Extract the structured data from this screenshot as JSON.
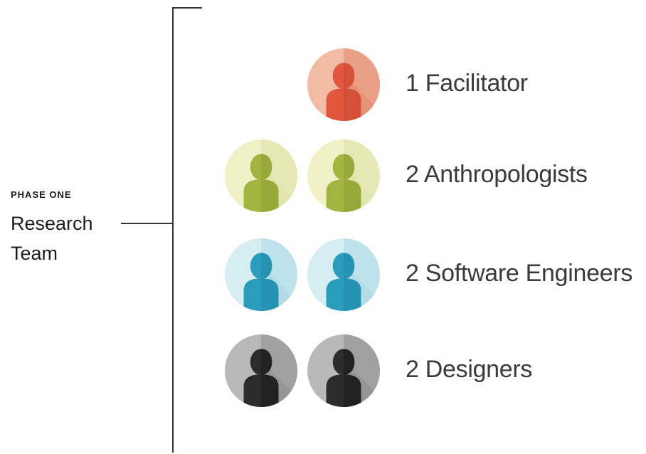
{
  "team": {
    "phase": "PHASE ONE",
    "title_line1": "Research",
    "title_line2": "Team"
  },
  "rows": [
    {
      "label": "1 Facilitator",
      "count": 1,
      "icon": "person-icon",
      "colors": {
        "light": "#f2bba4",
        "dark": "#e4896f",
        "figure": "#e0573e",
        "figure_dark": "#cc4a33"
      }
    },
    {
      "label": "2 Anthropologists",
      "count": 2,
      "icon": "person-icon",
      "colors": {
        "light": "#f1f1c7",
        "dark": "#dfe2a6",
        "figure": "#a3b541",
        "figure_dark": "#8d9f33"
      }
    },
    {
      "label": "2 Software Engineers",
      "count": 2,
      "icon": "person-icon",
      "colors": {
        "light": "#d6eef2",
        "dark": "#aad9e3",
        "figure": "#2a9dbd",
        "figure_dark": "#1f88a6"
      }
    },
    {
      "label": "2 Designers",
      "count": 2,
      "icon": "person-icon",
      "colors": {
        "light": "#b8b9b8",
        "dark": "#8d8e8c",
        "figure": "#2c2c2c",
        "figure_dark": "#1a1a1a"
      }
    }
  ]
}
